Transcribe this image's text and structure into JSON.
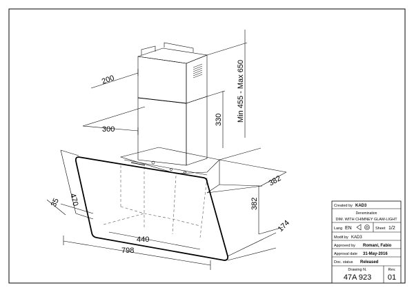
{
  "dimensions": {
    "chimney_depth": "200",
    "chimney_width": "300",
    "chimney_upper_height": "330",
    "chimney_range": "Min 455 - Max 650",
    "hood_depth": "382",
    "hood_height": "382",
    "front_depth": "174",
    "glass_height": "470",
    "glass_offset": "35",
    "inner_width": "440",
    "total_width": "798"
  },
  "title_block": {
    "created_by_label": "Created by",
    "created_by": "KAD3",
    "denomination_label": "Denomination",
    "denomination": "DIM. WITH CHIMNEY GLAM-LIGHT",
    "lang_label": "Lang",
    "lang": "EN",
    "sheet_label": "Sheet",
    "sheet": "1/2",
    "modif_label": "Modif.by",
    "modif": "KAD3",
    "approved_label": "Approved by",
    "approved": "Romani, Fabio",
    "approval_date_label": "Approval date",
    "approval_date": "31-May-2016",
    "status_label": "Doc. status",
    "status": "Released",
    "drawing_label": "Drawing N.",
    "drawing": "47A 923",
    "rev_label": "Rev.",
    "rev": "01"
  }
}
